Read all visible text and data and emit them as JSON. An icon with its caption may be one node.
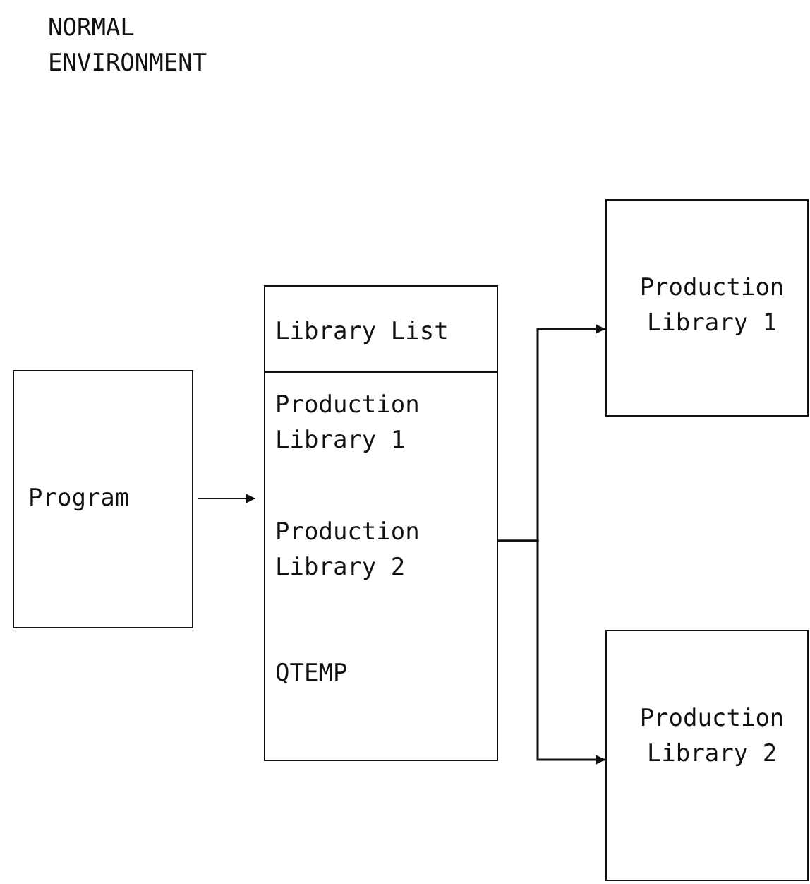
{
  "diagram": {
    "title": "NORMAL ENVIRONMENT",
    "nodes": [
      {
        "text": [
          "Program"
        ]
      },
      {
        "text": [
          "Library List",
          "Production Library 1",
          "Production Library 2",
          "QTEMP"
        ]
      },
      {
        "text": [
          "Production Library 1"
        ]
      },
      {
        "text": [
          "Production Library 2"
        ]
      }
    ],
    "edges": [
      {
        "from": 0,
        "to": 1,
        "arrow": "to"
      },
      {
        "from": 1,
        "to": 2,
        "arrow": "to"
      },
      {
        "from": 1,
        "to": 3,
        "arrow": "to"
      }
    ]
  }
}
